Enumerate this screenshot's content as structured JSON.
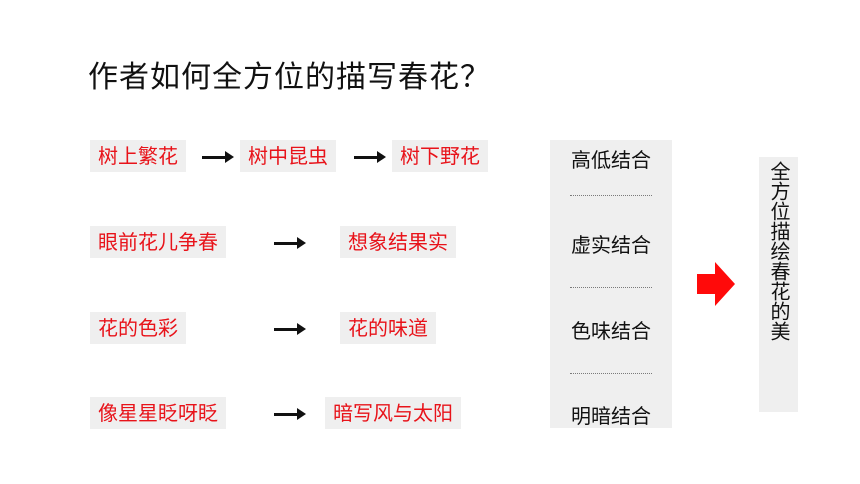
{
  "title": "作者如何全方位的描写春花？",
  "rows": [
    {
      "items": [
        "树上繁花",
        "树中昆虫",
        "树下野花"
      ]
    },
    {
      "items": [
        "眼前花儿争春",
        "想象结果实"
      ]
    },
    {
      "items": [
        "花的色彩",
        "花的味道"
      ]
    },
    {
      "items": [
        "像星星眨呀眨",
        "暗写风与太阳"
      ]
    }
  ],
  "column": [
    "高低结合",
    "虚实结合",
    "色味结合",
    "明暗结合"
  ],
  "conclusion": "全方位描绘春花的美",
  "colors": {
    "accent": "#e8131a",
    "box": "#efefef",
    "text": "#111111"
  }
}
